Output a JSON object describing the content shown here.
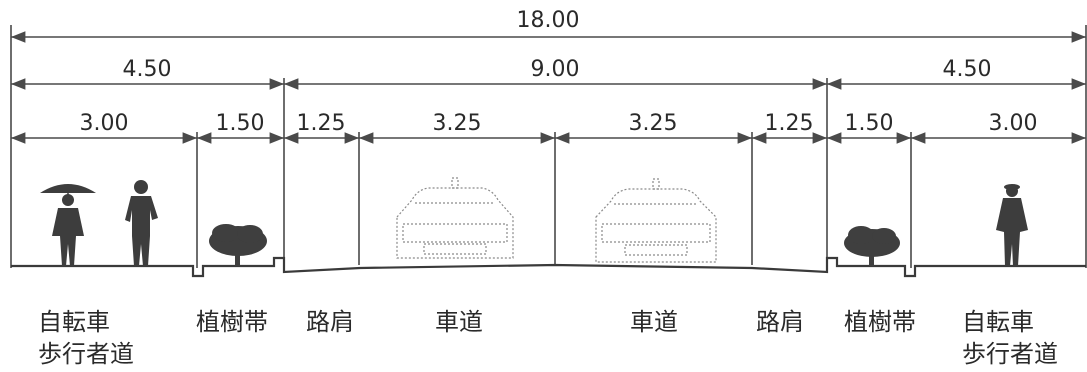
{
  "dimensions": {
    "total": "18.00",
    "groups": [
      "4.50",
      "9.00",
      "4.50"
    ],
    "segments": [
      "3.00",
      "1.50",
      "1.25",
      "3.25",
      "3.25",
      "1.25",
      "1.50",
      "3.00"
    ]
  },
  "labels": {
    "left_sidewalk": [
      "自転車",
      "歩行者道"
    ],
    "left_planting": "植樹帯",
    "left_shoulder": "路肩",
    "left_roadway": "車道",
    "right_roadway": "車道",
    "right_shoulder": "路肩",
    "right_planting": "植樹帯",
    "right_sidewalk": [
      "自転車",
      "歩行者道"
    ]
  }
}
